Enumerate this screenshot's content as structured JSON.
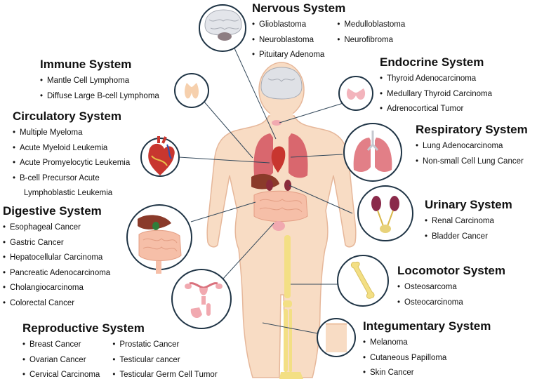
{
  "systems": {
    "nervous": {
      "title": "Nervous System",
      "col1": [
        "Glioblastoma",
        "Neuroblastoma",
        "Pituitary Adenoma"
      ],
      "col2": [
        "Medulloblastoma",
        "Neurofibroma"
      ]
    },
    "immune": {
      "title": "Immune System",
      "items": [
        "Mantle Cell Lymphoma",
        "Diffuse Large B-cell Lymphoma"
      ]
    },
    "endocrine": {
      "title": "Endocrine System",
      "items": [
        "Thyroid Adenocarcinoma",
        "Medullary Thyroid Carcinoma",
        "Adrenocortical Tumor"
      ]
    },
    "circulatory": {
      "title": "Circulatory System",
      "items": [
        "Multiple Myeloma",
        "Acute Myeloid Leukemia",
        "Acute Promyelocytic Leukemia",
        "B-cell Precursor Acute"
      ],
      "continuation": "Lymphoblastic Leukemia"
    },
    "respiratory": {
      "title": "Respiratory System",
      "items": [
        "Lung Adenocarcinoma",
        "Non-small Cell Lung Cancer"
      ]
    },
    "digestive": {
      "title": "Digestive System",
      "items": [
        "Esophageal Cancer",
        "Gastric Cancer",
        "Hepatocellular Carcinoma",
        "Pancreatic Adenocarcinoma",
        "Cholangiocarcinoma",
        "Colorectal Cancer"
      ]
    },
    "urinary": {
      "title": "Urinary System",
      "items": [
        "Renal Carcinoma",
        "Bladder Cancer"
      ]
    },
    "locomotor": {
      "title": "Locomotor System",
      "items": [
        "Osteosarcoma",
        "Osteocarcinoma"
      ]
    },
    "reproductive": {
      "title": "Reproductive System",
      "col1": [
        "Breast Cancer",
        "Ovarian Cancer",
        "Cervical Carcinoma"
      ],
      "col2": [
        "Prostatic Cancer",
        "Testicular cancer",
        "Testicular Germ Cell Tumor"
      ]
    },
    "integumentary": {
      "title": "Integumentary System",
      "items": [
        "Melanoma",
        "Cutaneous Papilloma",
        "Skin Cancer"
      ]
    }
  },
  "colors": {
    "skin": "#f8dcc4",
    "skin_outline": "#e6b79a",
    "organ": "#d9676e",
    "bone": "#f3df84",
    "circle_border": "#1f3445",
    "leader_line": "#33485a"
  },
  "icons": [
    "brain-icon",
    "thymus-icon",
    "heart-icon",
    "digestive-tract-icon",
    "reproductive-organs-icon",
    "thyroid-icon",
    "lungs-icon",
    "kidneys-bladder-icon",
    "femur-bone-icon",
    "skin-patch-icon"
  ]
}
